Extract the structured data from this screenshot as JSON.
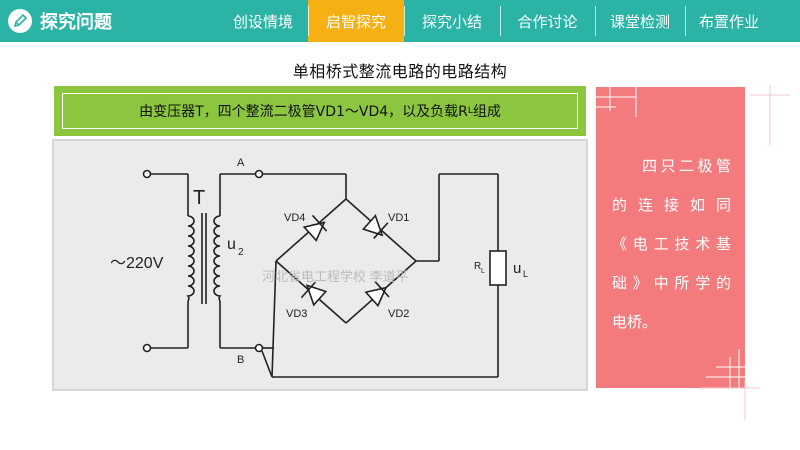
{
  "header": {
    "section_title": "探究问题",
    "nav": [
      {
        "label": "创设情境",
        "active": false
      },
      {
        "label": "启智探究",
        "active": true
      },
      {
        "label": "探究小结",
        "active": false
      },
      {
        "label": "合作讨论",
        "active": false
      },
      {
        "label": "课堂检测",
        "active": false
      },
      {
        "label": "布置作业",
        "active": false
      }
    ],
    "colors": {
      "bar": "#2bb3a6",
      "active_tab": "#f5b014"
    }
  },
  "main": {
    "title": "单相桥式整流电路的电路结构",
    "green_box_text_prefix": "由变压器T，四个整流二极管VD1～VD4，以及负载R",
    "green_box_subscript": "L",
    "green_box_text_suffix": "组成"
  },
  "circuit": {
    "transformer_label": "T",
    "source_label": "～220V",
    "secondary_voltage": "u",
    "secondary_voltage_sub": "2",
    "node_a": "A",
    "node_b": "B",
    "diodes": [
      "VD1",
      "VD2",
      "VD3",
      "VD4"
    ],
    "load_label": "R",
    "load_label_sub": "L",
    "output_voltage": "u",
    "output_voltage_sub": "L",
    "watermark": "河北省电工程学校 李道平"
  },
  "side_card": {
    "line1": "四只二极管",
    "line2": "的连接如同",
    "line3": "《电工技术基",
    "line4": "础》中所学的",
    "line5": "电桥。",
    "color": "#f47b7d"
  }
}
